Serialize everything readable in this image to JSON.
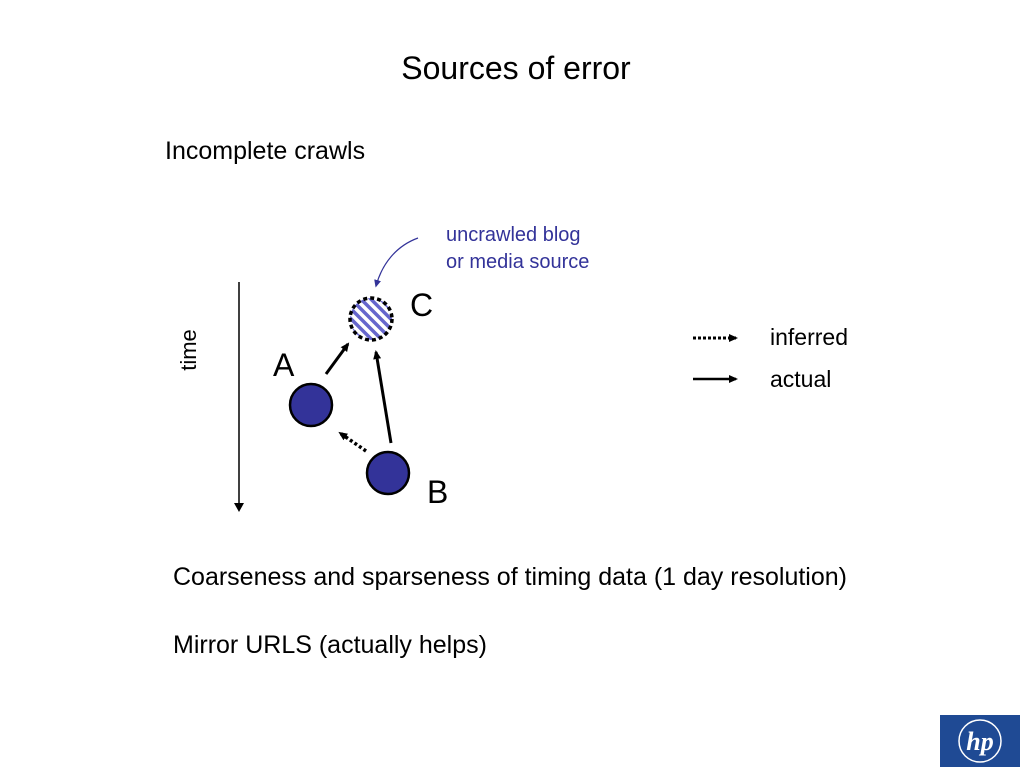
{
  "slide": {
    "title": "Sources of error",
    "section_heading": "Incomplete crawls",
    "bullets": [
      "Coarseness and sparseness of timing data (1 day resolution)",
      "Mirror URLS (actually helps)"
    ]
  },
  "diagram": {
    "time_axis_label": "time",
    "nodes": [
      {
        "id": "A",
        "label": "A",
        "kind": "crawled"
      },
      {
        "id": "B",
        "label": "B",
        "kind": "crawled"
      },
      {
        "id": "C",
        "label": "C",
        "kind": "uncrawled"
      }
    ],
    "edges": [
      {
        "from": "A",
        "to": "C",
        "style": "actual"
      },
      {
        "from": "B",
        "to": "C",
        "style": "actual"
      },
      {
        "from": "B",
        "to": "A",
        "style": "inferred"
      }
    ],
    "callout": {
      "line1": "uncrawled blog",
      "line2": "or media source"
    },
    "legend": {
      "inferred": "inferred",
      "actual": "actual"
    },
    "colors": {
      "node_fill": "#333399",
      "callout_text": "#333399",
      "hatch": "#6666cc"
    }
  },
  "logo": {
    "name": "hp-logo",
    "text": "hp",
    "color": "#1f4a94"
  }
}
